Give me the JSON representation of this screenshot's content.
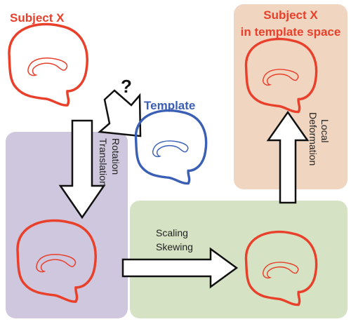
{
  "subject_title": "Subject X",
  "template_label": "Template",
  "question_mark": "?",
  "target_title_line1": "Subject X",
  "target_title_line2": "in template space",
  "step1_line1": "Translation",
  "step1_line2": "Rotation",
  "step2_line1": "Scaling",
  "step2_line2": "Skewing",
  "step3_line1": "Local",
  "step3_line2": "Deformation",
  "colors": {
    "subject": "#e8402b",
    "template": "#3a5fb4",
    "panel_rigid": "#cfc7dd",
    "panel_affine": "#d5e2c3",
    "panel_nonlinear": "#f0d5c0"
  }
}
